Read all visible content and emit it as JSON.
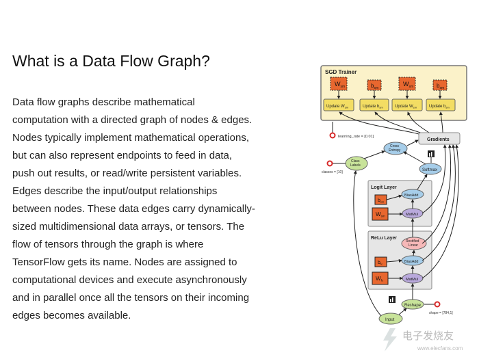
{
  "title": "What is a Data Flow Graph?",
  "body_lines": [
    "Data flow graphs describe mathematical",
    "computation with a directed graph of nodes & edges.",
    "Nodes typically implement mathematical operations,",
    "but can also represent endpoints to feed in data,",
    "push out results, or read/write persistent variables.",
    "Edges describe the input/output relationships",
    "between nodes. These data edges carry dynamically-",
    "sized multidimensional data arrays, or tensors. The",
    "flow of tensors through the graph is where",
    "TensorFlow gets its name. Nodes are assigned to",
    "computational devices and execute asynchronously",
    "and in parallel once all the tensors on their incoming",
    "edges becomes available."
  ],
  "diagram": {
    "sgd_trainer": {
      "title": "SGD Trainer",
      "weights": [
        "W",
        "b",
        "W",
        "b"
      ],
      "weight_subs": [
        "sm",
        "sm",
        "sm",
        "sm"
      ],
      "update_prefix": "Update ",
      "update_labels": [
        "W",
        "b",
        "W",
        "b"
      ],
      "update_subs": [
        "sm",
        "sm",
        "sm",
        "sm"
      ]
    },
    "learning_rate": "learning_rate = [0.01]",
    "gradients": "Gradients",
    "cross_entropy": [
      "Cross",
      "Entropy"
    ],
    "class_labels": [
      "Class",
      "Labels"
    ],
    "classes": "classes = [10]",
    "softmax": "Softmax",
    "logit_layer": {
      "title": "Logit Layer",
      "bias": "b",
      "bias_sub": "sm",
      "weight": "W",
      "weight_sub": "sm",
      "bias_add": "BiasAdd",
      "matmul": "MatMul"
    },
    "relu_layer": {
      "title": "ReLu Layer",
      "rectified": [
        "Rectified",
        "Linear"
      ],
      "bias": "b",
      "bias_sub": "fc",
      "weight": "W",
      "weight_sub": "fc",
      "bias_add": "BiasAdd",
      "matmul": "MatMul"
    },
    "reshape": "Reshape",
    "shape": "shape = [784,1]",
    "input": "Input"
  },
  "colors": {
    "sgd_fill": "#fbf2c9",
    "weight_fill": "#e8672f",
    "update_fill": "#f3dd63",
    "layer_fill": "#e6e6e6",
    "green_node": "#c8e39a",
    "purple_node": "#b9a9dc",
    "blue_node": "#a6cde9",
    "pink_node": "#f6b8b8",
    "red_dot": "#d72a2a",
    "edge": "#222222"
  },
  "watermark": {
    "brand": "电子发烧友",
    "url": "www.elecfans.com"
  }
}
